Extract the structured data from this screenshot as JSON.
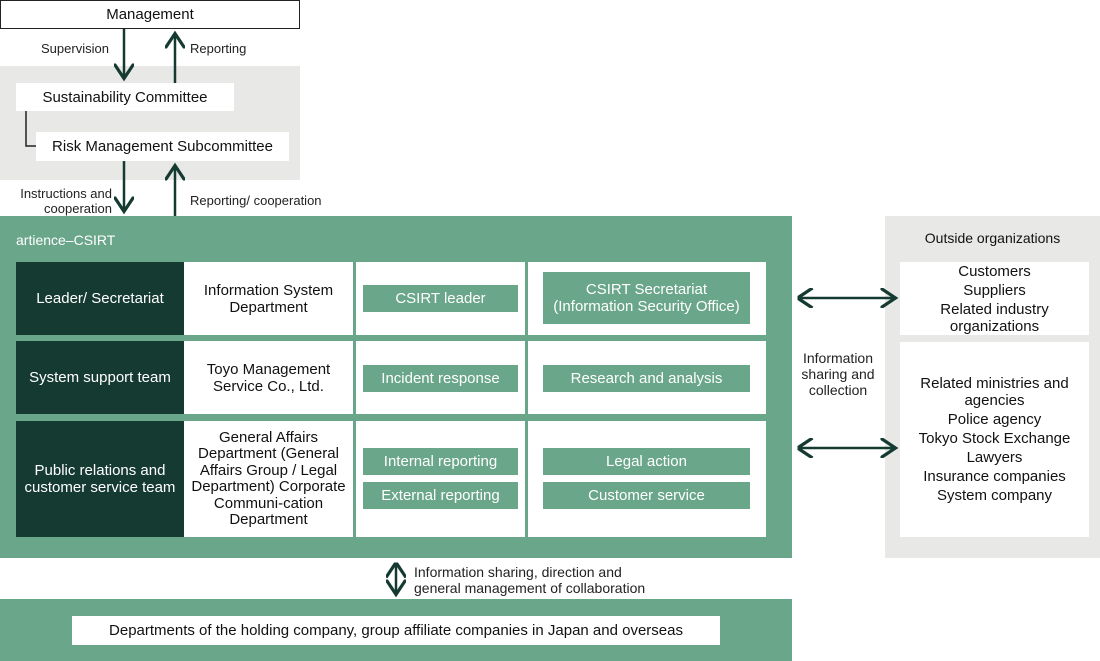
{
  "top": {
    "management": "Management",
    "supervision": "Supervision",
    "reporting": "Reporting",
    "sustainability_committee": "Sustainability Committee",
    "risk_subcommittee": "Risk Management Subcommittee",
    "instructions_line1": "Instructions and",
    "instructions_line2": "cooperation",
    "reporting_cooperation": "Reporting/ cooperation"
  },
  "csirt": {
    "title": "artience–CSIRT",
    "rows": [
      {
        "team": "Leader/ Secretariat",
        "dept": "Information System Department",
        "roles_a": [
          "CSIRT leader"
        ],
        "roles_b": [
          "CSIRT Secretariat (Information Security Office)"
        ]
      },
      {
        "team": "System support team",
        "dept": "Toyo Management Service Co., Ltd.",
        "roles_a": [
          "Incident response"
        ],
        "roles_b": [
          "Research and analysis"
        ]
      },
      {
        "team": "Public relations and customer service team",
        "dept": "General Affairs Department (General Affairs Group / Legal Department) Corporate Communi-cation Department",
        "roles_a": [
          "Internal reporting",
          "External reporting"
        ],
        "roles_b": [
          "Legal action",
          "Customer service"
        ]
      }
    ]
  },
  "side_label": {
    "line1": "Information",
    "line2": "sharing and",
    "line3": "collection"
  },
  "outside": {
    "title": "Outside organizations",
    "group1": [
      "Customers",
      "Suppliers",
      "Related industry organizations"
    ],
    "group2": [
      "Related ministries and agencies",
      "Police agency",
      "Tokyo Stock Exchange",
      "Lawyers",
      "Insurance companies",
      "System company"
    ]
  },
  "bottom": {
    "info_line1": "Information sharing, direction and",
    "info_line2": "general management of collaboration",
    "departments": "Departments of the holding company, group affiliate companies in Japan and overseas"
  },
  "colors": {
    "dark_green": "#153a31",
    "mid_green": "#6aa68a",
    "grey": "#e8e8e6"
  }
}
